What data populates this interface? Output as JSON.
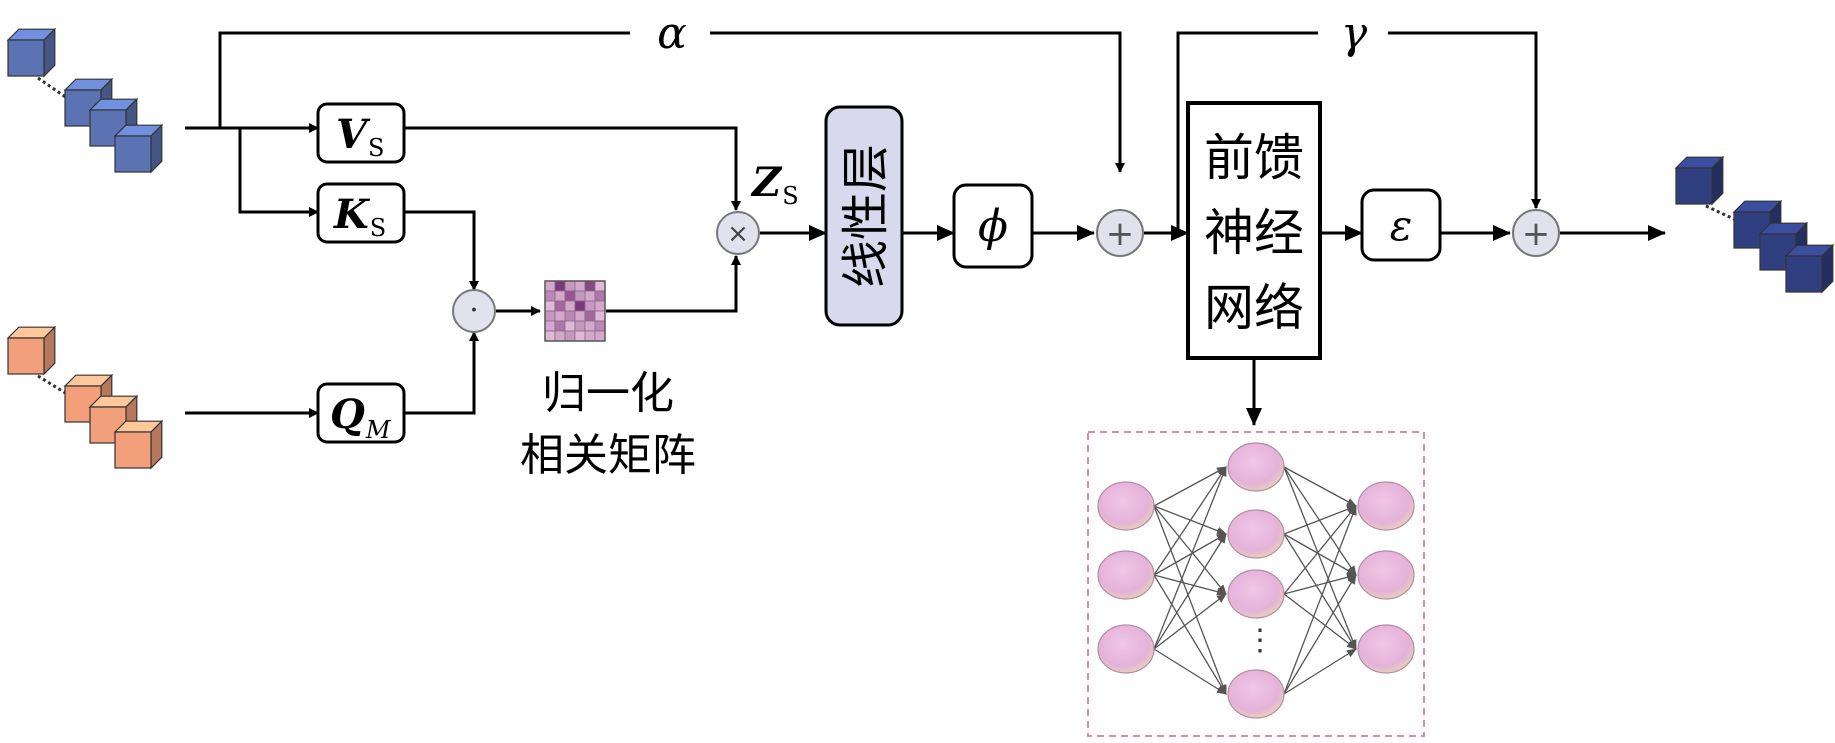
{
  "symbols": {
    "alpha": "α",
    "gamma": "γ",
    "v_main": "V",
    "v_sub": "S",
    "k_main": "K",
    "k_sub": "S",
    "q_main": "Q",
    "q_sub": "M",
    "z_main": "Z",
    "z_sub": "S",
    "phi": "ϕ",
    "epsilon": "ε",
    "times": "×",
    "dot": "·",
    "plus": "+",
    "ellipsis": "⋮"
  },
  "labels": {
    "linear_layer": "线性层",
    "ffn_line1": "前馈",
    "ffn_line2": "神经",
    "ffn_line3": "网络",
    "norm_line1": "归一化",
    "norm_line2": "相关矩阵"
  },
  "colors": {
    "input_cubes": "#5b73b3",
    "query_cubes": "#f2a07b",
    "output_cubes": "#2f3f80",
    "linear_fill": "#d9d9ee",
    "operator_fill": "#e2e2ef",
    "neuron_fill": "#e8b8dd",
    "frame_dash": "#e48aa0"
  },
  "matrix_cells": [
    0.2,
    0.9,
    0.3,
    0.2,
    0.8,
    0.1,
    0.4,
    0.2,
    0.7,
    0.3,
    0.2,
    0.5,
    0.1,
    0.6,
    0.2,
    0.9,
    0.3,
    0.2,
    0.3,
    0.2,
    0.4,
    0.2,
    0.6,
    0.1,
    0.2,
    0.5,
    0.1,
    0.3,
    0.2,
    0.4,
    0.1,
    0.2,
    0.3,
    0.1,
    0.2,
    0.2
  ],
  "network_layers": [
    3,
    4,
    3
  ]
}
